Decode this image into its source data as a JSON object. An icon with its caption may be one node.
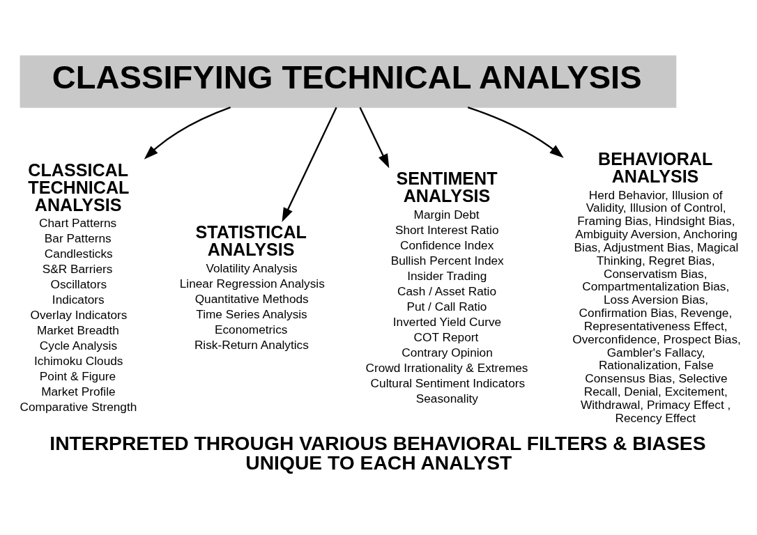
{
  "diagram": {
    "caption": "INTERPRETED THROUGH VARIOUS BEHAVIORAL FILTERS & BIASES UNIQUE TO EACH ANALYST",
    "nodes": [
      {
        "text": [
          "CLASSIFYING TECHNICAL ANALYSIS"
        ]
      },
      {
        "text": [
          "CLASSICAL TECHNICAL ANALYSIS",
          "Chart Patterns",
          "Bar Patterns",
          "Candlesticks",
          "S&R Barriers",
          "Oscillators",
          "Indicators",
          "Overlay Indicators",
          "Market Breadth",
          "Cycle Analysis",
          "Ichimoku Clouds",
          "Point & Figure",
          "Market Profile",
          "Comparative Strength"
        ]
      },
      {
        "text": [
          "STATISTICAL ANALYSIS",
          "Volatility Analysis",
          "Linear Regression Analysis",
          "Quantitative Methods",
          "Time Series Analysis",
          "Econometrics",
          "Risk-Return Analytics"
        ]
      },
      {
        "text": [
          "SENTIMENT ANALYSIS",
          "Margin Debt",
          "Short Interest Ratio",
          "Confidence Index",
          "Bullish Percent Index",
          "Insider Trading",
          "Cash / Asset Ratio",
          "Put / Call Ratio",
          "Inverted Yield Curve",
          "COT Report",
          "Contrary Opinion",
          "Crowd Irrationality & Extremes",
          "Cultural Sentiment Indicators",
          "Seasonality"
        ]
      },
      {
        "text": [
          "BEHAVIORAL ANALYSIS",
          "Herd Behavior, Illusion of Validity, Illusion of Control, Framing Bias, Hindsight Bias, Ambiguity Aversion, Anchoring Bias, Adjustment Bias, Magical Thinking, Regret Bias, Conservatism Bias, Compartmentalization Bias, Loss Aversion Bias, Confirmation Bias, Revenge, Representativeness Effect, Overconfidence, Prospect Bias, Gambler's Fallacy, Rationalization, False Consensus Bias, Selective Recall, Denial, Excitement, Withdrawal, Primacy Effect , Recency Effect"
        ]
      }
    ],
    "edges": [
      {
        "from": 0,
        "to": 1,
        "arrow": "to"
      },
      {
        "from": 0,
        "to": 2,
        "arrow": "to"
      },
      {
        "from": 0,
        "to": 3,
        "arrow": "to"
      },
      {
        "from": 0,
        "to": 4,
        "arrow": "to"
      }
    ]
  }
}
